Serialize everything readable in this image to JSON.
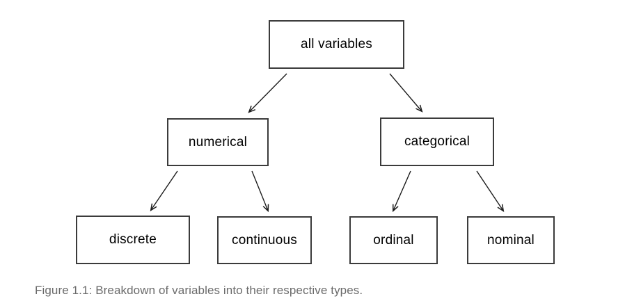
{
  "diagram": {
    "nodes": [
      {
        "id": "all_variables",
        "label": "all variables"
      },
      {
        "id": "numerical",
        "label": "numerical"
      },
      {
        "id": "categorical",
        "label": "categorical"
      },
      {
        "id": "discrete",
        "label": "discrete"
      },
      {
        "id": "continuous",
        "label": "continuous"
      },
      {
        "id": "ordinal",
        "label": "ordinal"
      },
      {
        "id": "nominal",
        "label": "nominal"
      }
    ],
    "edges": [
      {
        "from": "all_variables",
        "to": "numerical"
      },
      {
        "from": "all_variables",
        "to": "categorical"
      },
      {
        "from": "numerical",
        "to": "discrete"
      },
      {
        "from": "numerical",
        "to": "continuous"
      },
      {
        "from": "categorical",
        "to": "ordinal"
      },
      {
        "from": "categorical",
        "to": "nominal"
      }
    ]
  },
  "caption": "Figure 1.1: Breakdown of variables into their respective types.",
  "colors": {
    "background": "#ffffff",
    "box_border": "#3b3b3b",
    "box_text": "#000000",
    "arrow": "#1c1c1c",
    "caption_text": "#6a6a6a"
  }
}
